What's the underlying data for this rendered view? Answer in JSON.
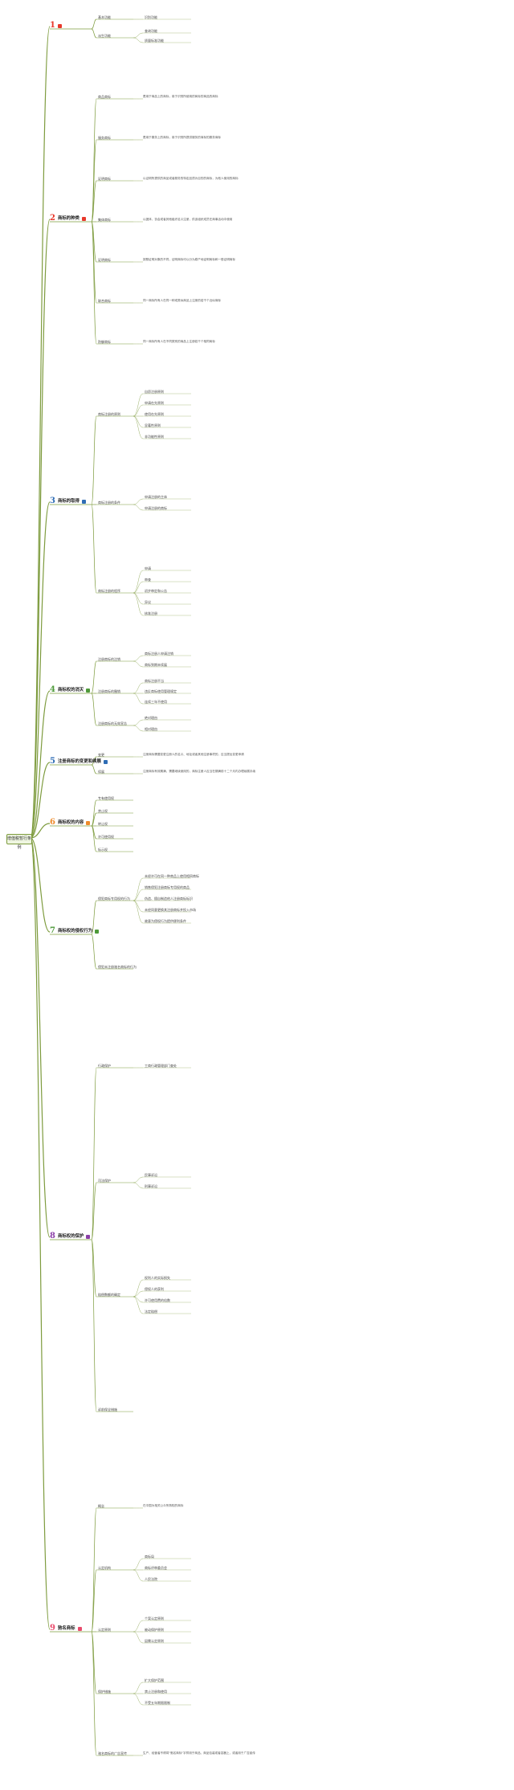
{
  "root": {
    "label": "增值税暂行条例"
  },
  "colors": {
    "branch": "#7d9b3d",
    "red": "#e8382b",
    "green": "#4e9a3a",
    "blue": "#2f6db5",
    "orange": "#ee8a2a",
    "purple": "#8b3fa8",
    "pink": "#e94b6c"
  },
  "sections": [
    {
      "num": "1",
      "title": "",
      "color": "#e8382b",
      "flag": "#e8382b",
      "children": [
        {
          "label": "基本功能",
          "items": [
            "识别功能"
          ]
        },
        {
          "label": "派生功能",
          "items": [
            "查询功能",
            "质量标准功能"
          ]
        }
      ]
    },
    {
      "num": "2",
      "title": "商标的种类",
      "color": "#e8382b",
      "flag": "#e8382b",
      "children": [
        {
          "label": "商品商标",
          "text": "是用于商品上的商标，用于识别所使用的商标的商品的商标"
        },
        {
          "label": "服务商标",
          "text": "是用于服务上的商标，用于识别所提供服务的商标的服务商标"
        },
        {
          "label": "证明商标",
          "text": "以证明所提供的商品或者服务的特定品质为目的的商标，为他人使用的商标"
        },
        {
          "label": "集体商标",
          "text": "以团体、协会或者其他组织名义注册，供该组织成员在商事活动中使用"
        },
        {
          "label": "证明商标",
          "text": "按照证明对象的不同，证明商标可以分为原产地证明商标和一般证明商标"
        },
        {
          "label": "联合商标",
          "text": "同一商标所有人在同一种或类似商品上注册的若干个近似商标"
        },
        {
          "label": "防御商标",
          "text": "同一商标所有人在不同类别的商品上注册若干个相同商标"
        }
      ]
    },
    {
      "num": "3",
      "title": "商标的取得",
      "color": "#2f6db5",
      "flag": "#2f6db5",
      "children": [
        {
          "label": "商标注册的原则",
          "items": [
            "自愿注册原则",
            "申请在先原则",
            "使用在先原则",
            "显著性原则",
            "非功能性原则"
          ]
        },
        {
          "label": "商标注册的条件",
          "items": [
            "申请注册的主体",
            "申请注册的商标"
          ]
        },
        {
          "label": "商标注册的程序",
          "items": [
            "申请",
            "审查",
            "初步审定和公告",
            "异议",
            "核准注册"
          ]
        }
      ]
    },
    {
      "num": "4",
      "title": "商标权的消灭",
      "color": "#4e9a3a",
      "flag": "#4e9a3a",
      "children": [
        {
          "label": "注册商标的注销",
          "items": [
            "商标注册人申请注销",
            "商标到期未续展"
          ]
        },
        {
          "label": "注册商标的撤销",
          "items": [
            "商标注册不当",
            "违反商标使用管理规定",
            "连续三年不使用"
          ]
        },
        {
          "label": "注册商标的无效宣告",
          "items": [
            "绝对理由",
            "相对理由"
          ]
        }
      ]
    },
    {
      "num": "5",
      "title": "注册商标的变更和续展",
      "color": "#2f6db5",
      "flag": "#2f6db5",
      "children": [
        {
          "label": "变更",
          "text": "注册商标需要变更注册人的名义、地址或者其他注册事项的，应当提出变更申请"
        },
        {
          "label": "续展",
          "text": "注册商标有效期满，需要继续使用的，商标注册人应当在期满前十二个月内办理续展手续"
        }
      ]
    },
    {
      "num": "6",
      "title": "商标权的内容",
      "color": "#ee8a2a",
      "flag": "#ee8a2a",
      "children": [
        {
          "label": "专有使用权"
        },
        {
          "label": "禁止权"
        },
        {
          "label": "转让权"
        },
        {
          "label": "许可使用权"
        },
        {
          "label": "标示权"
        }
      ]
    },
    {
      "num": "7",
      "title": "商标权的侵权行为",
      "color": "#4e9a3a",
      "flag": "#4e9a3a",
      "children": [
        {
          "label": "侵犯商标专用权的行为",
          "items": [
            "未经许可在同一种商品上使用相同商标",
            "销售侵犯注册商标专用权的商品",
            "伪造、擅自制造他人注册商标标识",
            "未经同意更换其注册商标并投入市场",
            "故意为侵权行为提供便利条件"
          ]
        },
        {
          "label": "侵犯未注册驰名商标的行为"
        }
      ]
    },
    {
      "num": "8",
      "title": "商标权的保护",
      "color": "#8b3fa8",
      "flag": "#8b3fa8",
      "children": [
        {
          "label": "行政保护",
          "items": [
            "工商行政管理部门查处"
          ]
        },
        {
          "label": "司法保护",
          "items": [
            "民事诉讼",
            "刑事诉讼"
          ]
        },
        {
          "label": "赔偿数额的确定",
          "items": [
            "权利人的实际损失",
            "侵权人的获利",
            "许可使用费的倍数",
            "法定赔偿"
          ]
        },
        {
          "label": "诉前保全措施"
        }
      ]
    },
    {
      "num": "9",
      "title": "驰名商标",
      "color": "#e94b6c",
      "flag": "#e94b6c",
      "children": [
        {
          "label": "概念",
          "text": "在中国为相关公众所熟知的商标"
        },
        {
          "label": "认定机构",
          "items": [
            "商标局",
            "商标评审委员会",
            "人民法院"
          ]
        },
        {
          "label": "认定原则",
          "items": [
            "个案认定原则",
            "被动保护原则",
            "因需认定原则"
          ]
        },
        {
          "label": "保护措施",
          "items": [
            "扩大保护范围",
            "禁止注册和使用",
            "不受五年期限限制"
          ]
        },
        {
          "label": "驰名商标的广告宣传",
          "text": "生产、经营者不得将\"驰名商标\"字样用于商品、商品包装或者容器上，或者用于广告宣传"
        }
      ]
    }
  ]
}
